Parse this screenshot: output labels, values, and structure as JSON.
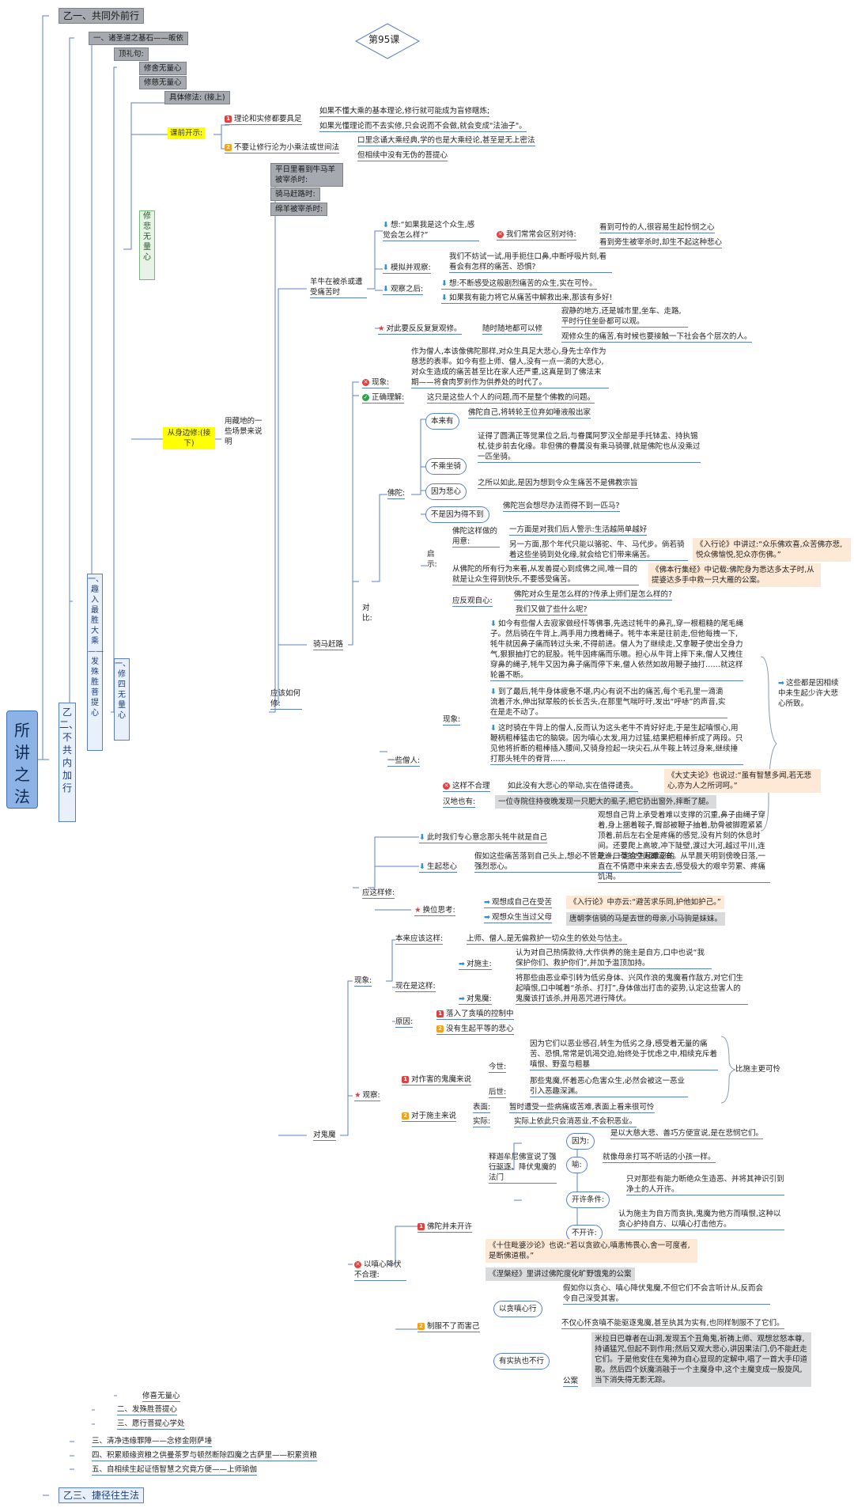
{
  "lesson": "第95课",
  "root": "所讲之法",
  "l1": [
    "乙一、共同外前行",
    "乙二、不共内加行",
    "乙三、捷径往生法"
  ],
  "l2": [
    "一、趣入最胜大乘——发殊胜菩提心",
    "三、清净违缘罪障——念修金刚萨埵",
    "四、积累顺缘资粮之供曼茶罗与顿然断除四魔之古萨里——积累资粮",
    "五、自相续生起证悟智慧之究竟方便——上师瑜伽"
  ],
  "l3": [
    "一、诸圣道之基石——皈依",
    "二、发殊胜菩提心",
    "三、愿行菩提心学处"
  ],
  "l4": [
    "顶礼句:",
    "一、修四无量心"
  ],
  "l5": [
    "修舍无量心",
    "修慈无量心",
    "修悲无量心",
    "修喜无量心"
  ],
  "intro": {
    "label": "课前开示:",
    "sub": "具体修法: (接上)",
    "i1": "理论和实修都要具足",
    "i1a": "如果不懂大乘的基本理论,修行就可能成为盲修瞎炼;",
    "i1b": "如果光懂理论而不去实修,只会说而不会做,就会变成\"法油子\"。",
    "i2": "不要让修行沦为小乘法或世间法",
    "i2a": "口里念诵大乘经典,学的也是大乘经论,甚至是无上密法",
    "i2b": "但相续中没有无伪的菩提心"
  },
  "side": {
    "label": "从身边修:(接下)",
    "intro": "用藏地的一些场景来说明",
    "should": "应该如何修:"
  },
  "topics": [
    "平日里看到牛马羊被宰杀时:",
    "骑马赶路时:",
    "绵羊被宰杀时:"
  ],
  "sheep": {
    "head": "羊牛在被杀或遭受痛苦时",
    "think": "想:“如果我是这个众生,感觉会怎么样?”",
    "diff": "我们常常会区别对待:",
    "diff1": "看到可怜的人,很容易生起怜悯之心",
    "diff2": "看到旁生被宰杀时,却生不起这种悲心",
    "imitate": "模拟并观察:",
    "imitate_t": "我们不妨试一试,用手扼住口鼻,中断呼吸片刻,看看会有怎样的痛苦、恐惧?",
    "after": "观察之后:",
    "after1": "想:不断感受这般剧烈痛苦的众生,实在可怜。",
    "after2": "如果我有能力将它从痛苦中解救出来,那该有多好!",
    "repeat": "对此要反反复复观修。",
    "anytime": "随时随地都可以修",
    "anytime1": "寂静的地方,还是城市里,坐车、走路,平时行住坐卧都可以观。",
    "anytime2": "观修众生的痛苦,有时候也要接触一下社会各个层次的人。"
  },
  "horse": {
    "head": "骑马赶路",
    "phen": "现象:",
    "phen_t": "作为僧人,本该像佛陀那样,对众生具足大悲心,身先士卒作为慈悲的表率。如今有些上师、僧人,没有一点一滴的大悲心,对众生造成的痛苦甚至比在家人还严重,这真是到了佛法末期——将食肉罗刹作为供养处的时代了。",
    "right": "正确理解:",
    "right_t": "这只是这些人个人的问题,而不是整个佛教的问题。",
    "compare": "对比:",
    "buddha": "佛陀:",
    "b1": "本来有",
    "b1t": "佛陀自己,将转轮王位弃如唾液般出家",
    "b2": "不乘坐骑",
    "b2t": "证得了圆满正等觉果位之后,与眷属阿罗汉全部是手托钵盂、持执锡杖,徒步前去化缘。非但佛的眷属没有乘马骑骤,就是佛陀也从没乘过一匹坐骑。",
    "b3": "因为悲心",
    "b3t": "之所以如此,是因为想到令众生痛苦不是佛教宗旨",
    "b4": "不是因为得不到",
    "b4t": "佛陀岂会想尽办法而得不到一匹马?",
    "hint": "启示:",
    "use": "佛陀这样做的用意:",
    "use1": "一方面是对我们后人警示:生活越简单越好",
    "use2": "另一方面,那个年代只能以骆驼、牛、马代步。倘若骑着这些坐骑到处化缘,就会给它们带来痛苦。",
    "ru": "《入行论》中讲过:“众乐佛欢喜,众苦佛亦悲,悦众佛愉悦,犯众亦伤佛。”",
    "conduct": "从佛陀的所有行为来看,从发善提心到成佛之间,唯一目的就是让众生得到快乐,不要感受痛苦。",
    "jataka": "《佛本行集经》中记载:佛陀身为悉达多太子时,从提婆达多手中救一只大雁的公案。",
    "reflect": "应反观自心:",
    "r1": "佛陀对众生是怎么样的?传承上师们是怎么样的?",
    "r2": "我们又做了些什么呢?",
    "monks": "一些僧人:",
    "mphen": "现象:",
    "m1": "如今有些僧人去寂家做经忏等佛事,先选过牦牛的鼻孔,穿一根粗糙的尾毛绳子。然后骑在牛背上,两手用力拽着绳子。牦牛本来是往前走,但他每拽一下,牦牛就因鼻子痛而转过头来,不得前进。僧人为了继续走,又拿鞭子使出全身力气,狠狠抽打它的屁股。牦牛因疼痛而乐嗷。担心从牛背上摔下来,僧人又拽住穿鼻的绳子,牦牛又因为鼻子痛而停下来,僧人依然如故用鞭子抽打……就这样轮番不断。",
    "m2": "到了最后,牦牛身体疲惫不堪,内心有说不出的痛苦,每个毛孔里一滴滴流着汗水,伸出狱翠般的长长舌头,在那里气喘吁吁,发出“呼哧”的声音,实在是走不动了。",
    "m3": "这时骑在牛背上的僧人,反而认为这头老牛不肯好好走,于是生起嗔恨心,用鞭柄粗棒猛击它的脑袋。因为嗔心太发,用力过猛,结果把粗棒折成了两段。只见他将折断的粗棒插入腰间,又骑身捡起一块尖石,从牛鞍上转过身来,继续捶打那头牦牛的脊背……",
    "brace": "这些都是因相续中未生起少许大悲心所致。",
    "wrong": "这样不合理",
    "wrong_t": "如此没有大悲心的举动,实在值得谴责。",
    "dzl": "《大丈夫论》也说过:“虽有智慧多闻,若无悲心,亦为人之所诃呵。”",
    "han": "汉地也有:",
    "han_t": "一位寺院住持夜晚发现一只肥大的虱子,把它扔出窗外,摔断了腿。",
    "how": "应这样修:",
    "how_t": "观想自己背上承受着难以支撑的沉重,鼻子由绳子穿着,身上捆着鞍子,臀部被鞭子抽着,肋骨被脚蹬紧紧顶着,前后左右全是疼痛的感觉,没有片刻的休息时间。还要爬上高坡,冲下陡壁,渡过大河,越过平川,连吃一口草的空闲都没有。从早晨天明到傍晚日落,一直在不情愿中来来去去,感受极大的艰辛劳累、疼痛饥渴。",
    "focus": "此时我们专心意念那头牦牛就是自己",
    "compassion": "生起悲心",
    "comp_t": "假如这些痛苦落到自己头上,想必不管是谁,一定会生起难忍的强烈悲心。",
    "swap": "换位思考:",
    "swap1": "观想成自己在受苦",
    "swap1q": "《入行论》中亦云:“避苦求乐同,护他如护己。”",
    "swap2": "观想众生当过父母",
    "swap2q": "唐朝李信骑的马是去世的母亲,小马驹是妹妹。"
  },
  "demon": {
    "head": "对鬼魔",
    "phen": "现象:",
    "should": "本来应该这样:",
    "should_t": "上师、僧人,是无偏救护一切众生的依处与怙主。",
    "now": "现在是这样:",
    "patron": "对施主:",
    "patron_t": "认为对自己热情款待,大作供养的施主是自方,口中也说“我保护你们、救护你们”,并加予滥顶加持。",
    "ghost": "对鬼魔:",
    "ghost_t": "将那些由恶业牵引转为低劣身体、兴风作浪的鬼魔看作敌方,对它们生起嗔恨,口中喊着“杀杀、打打”,身体做出打击的姿势,认定这些害人的鬼魔该打该杀,并用恶咒进行降伏。",
    "cause": "原因:",
    "cause1": "落入了贪嗔的控制中",
    "cause2": "没有生起平等的悲心",
    "observe": "观察:",
    "harm": "对作害的鬼魔来说",
    "present": "今世:",
    "present_t": "因为它们以恶业感召,转生为低劣之身,感受着无量的痛苦、恐惧,常常是饥渴交迫,始终处于忧虑之中,相续充斥着嗔恨、野蛮与粗暴",
    "later": "后世:",
    "later_t": "那些鬼魔,怀着恶心危害众生,必然会被这一恶业引入恶趣深渊。",
    "pitiful": "比施主更可怜",
    "patron2": "对于施主来说",
    "surface": "表面:",
    "surface_t": "暂时遭受一些病痛或苦难,表面上看来很可怜",
    "actual": "实际:",
    "actual_t": "实际上依此只会消恶业,不会积恶业。",
    "unreason": "以嗔心降伏不合理:",
    "notopen": "佛陀并未开许",
    "sakya": "释迦牟尼佛宣说了强行驱逐、降伏鬼魔的法门",
    "because": "因为:",
    "because_t": "是以大慈大悲、善巧方便宣说,是在悲悯它们。",
    "example": "喻:",
    "example_t": "就像母亲打骂不听话的小孩一样。",
    "cond": "开许条件:",
    "cond_t": "只对那些有能力断绝众生造恶、并将其神识引到净土的人开许。",
    "notallow": "不开许:",
    "notallow_t": "认为施主为自方而贪执,鬼魔为他方而嗔恨,这种以贪心护持自方、以嗔心打击他方。",
    "shilun": "《十住毗婆沙论》也说:“若以贪欲心,嗔恚怖畏心,舍一可度者,是断佛道根。”",
    "nirvana": "《涅槃经》里讲过佛陀度化旷野饿鬼的公案",
    "cannot": "制服不了而害己",
    "anger": "以贪嗔心行",
    "anger_t": "假如你以贪心、嗔心降伏鬼魔,不但它们不会言听计从,反而会令自己深受其害。",
    "attach": "有实执也不行",
    "attach_t": "不仅心怀贪嗔不能驱逐鬼魔,甚至执其为实有,也同样制服不了它们。",
    "case": "公案",
    "case_t": "米拉日巴尊者在山洞,发现五个丑角鬼,祈祷上师、观想忿怒本尊,持诵猛咒,但起不到作用;然后又观大悲心,讲因果法门,仍不能赶走它们。于是他安住在鬼神为自心显现的定解中,唱了一首大手印道歌。然后四个妖魔消融于一个主魔身中,这个主魔变成一股旋风,当下消失得无影无踪。"
  }
}
